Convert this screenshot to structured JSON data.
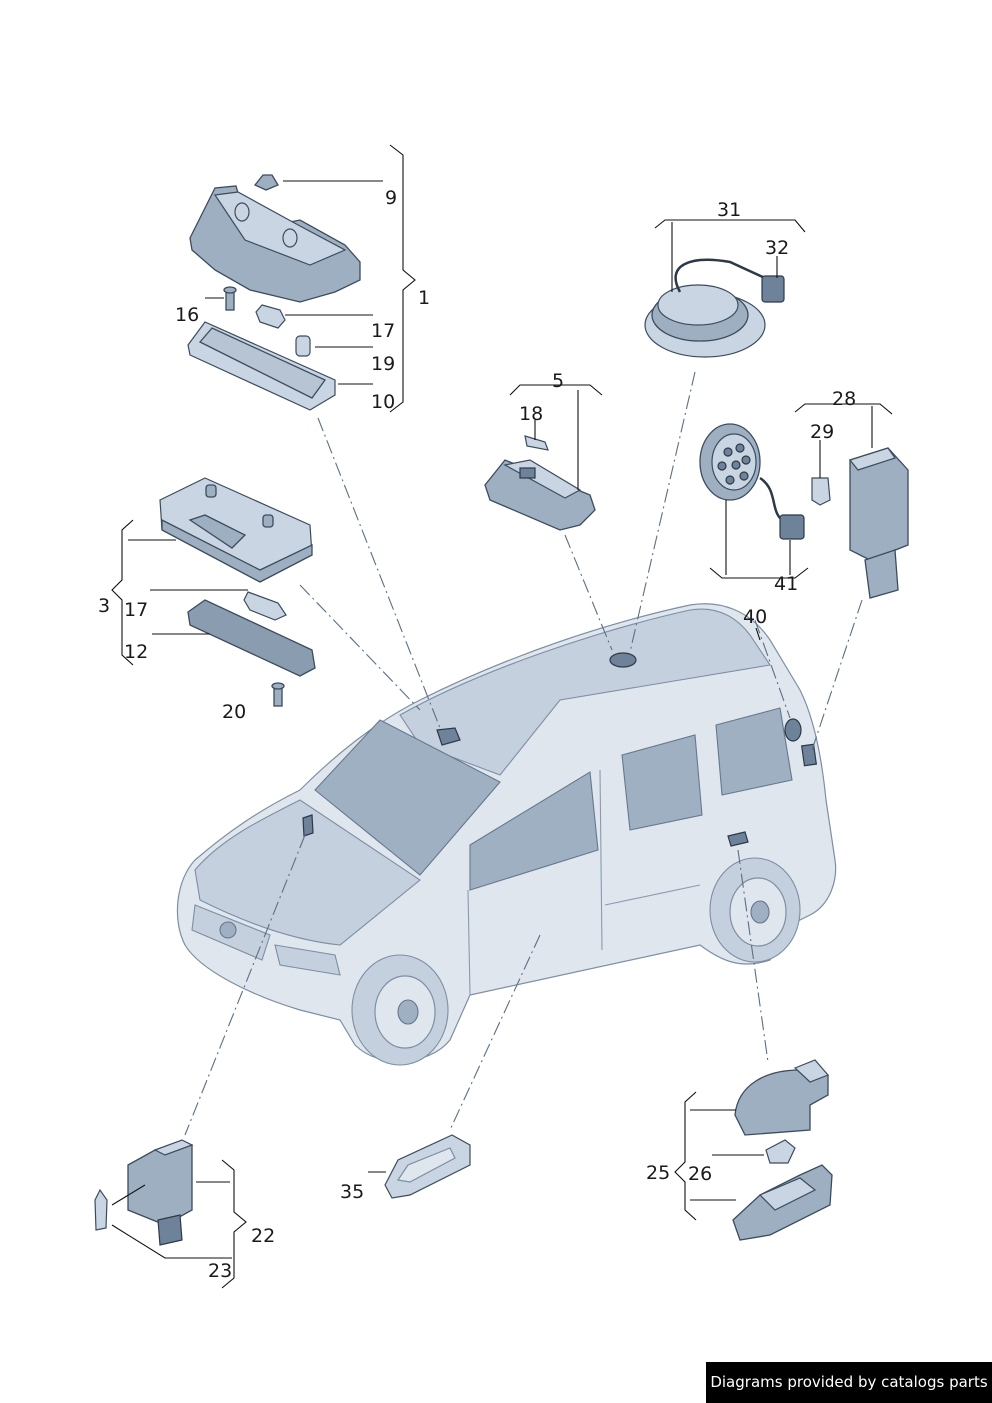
{
  "callouts": {
    "c9": "9",
    "c1": "1",
    "c16": "16",
    "c17a": "17",
    "c19": "19",
    "c10": "10",
    "c3": "3",
    "c17b": "17",
    "c12": "12",
    "c20": "20",
    "c5": "5",
    "c18": "18",
    "c31": "31",
    "c32": "32",
    "c28": "28",
    "c29": "29",
    "c41": "41",
    "c40": "40",
    "c22": "22",
    "c23": "23",
    "c35": "35",
    "c25": "25",
    "c26": "26"
  },
  "footer": {
    "text": "Diagrams provided by catalogs parts"
  },
  "colors": {
    "part_fill": "#9eafc2",
    "car_body": "#dfe6ee",
    "outline": "#3c4c5e",
    "footer_bg": "#000000"
  }
}
